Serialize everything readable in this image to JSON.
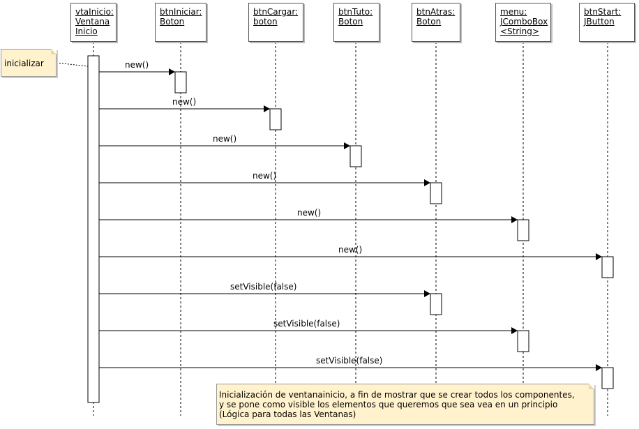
{
  "lifelines": [
    {
      "id": "vta",
      "title": "vtaInicio:\nVentana\nInicio"
    },
    {
      "id": "iniciar",
      "title": "btnIniciar:\nBoton"
    },
    {
      "id": "cargar",
      "title": "btnCargar:\nboton"
    },
    {
      "id": "tuto",
      "title": "btnTuto:\nBoton"
    },
    {
      "id": "atras",
      "title": "btnAtras:\nBoton"
    },
    {
      "id": "menu",
      "title": "menu:\nJComboBox\n<String>"
    },
    {
      "id": "start",
      "title": "btnStart:\nJButton"
    }
  ],
  "messages": [
    {
      "label": "new()",
      "to": "iniciar"
    },
    {
      "label": "new()",
      "to": "cargar"
    },
    {
      "label": "new()",
      "to": "tuto"
    },
    {
      "label": "new()",
      "to": "atras"
    },
    {
      "label": "new()",
      "to": "menu"
    },
    {
      "label": "new()",
      "to": "start"
    },
    {
      "label": "setVisible(false)",
      "to": "atras"
    },
    {
      "label": "setVisible(false)",
      "to": "menu"
    },
    {
      "label": "setVisible(false)",
      "to": "start"
    }
  ],
  "notes": {
    "init": "inicializar",
    "bottom": "Inicialización de ventanainicio, a fin de mostrar que se crear todos los componentes,\ny se pone como visible los elementos que queremos que sea vea en un principio\n(Lógica para todas las Ventanas)"
  },
  "colors": {
    "note_fill": "#fff2cc",
    "line": "#000000"
  }
}
